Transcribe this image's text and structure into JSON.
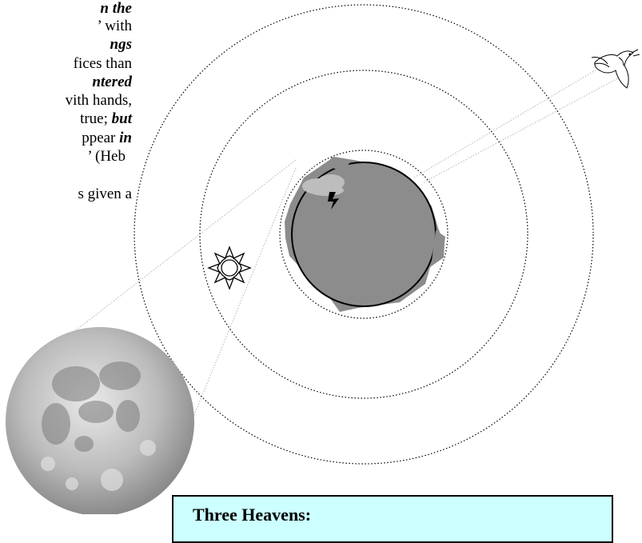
{
  "text_fragments": {
    "l1": "n the",
    "l2": "’ with",
    "l3": "ngs",
    "l4": "fices than",
    "l5": "ntered",
    "l6": "vith hands,",
    "l7a": "true; ",
    "l7b": "but",
    "l8a": "ppear ",
    "l8b": "in",
    "l9": "’ (Heb",
    "l10": "s given a"
  },
  "caption": {
    "title": "Three Heavens:"
  },
  "colors": {
    "earth": "#8c8c8c",
    "cloud": "#bdbdbd",
    "caption_bg": "#ccffff",
    "dotted": "#000000",
    "sightline": "#b3b3b3"
  },
  "icons": [
    "sun-icon",
    "dove-icon",
    "moon-image",
    "cloud-icon",
    "lightning-icon",
    "earth-globe"
  ]
}
